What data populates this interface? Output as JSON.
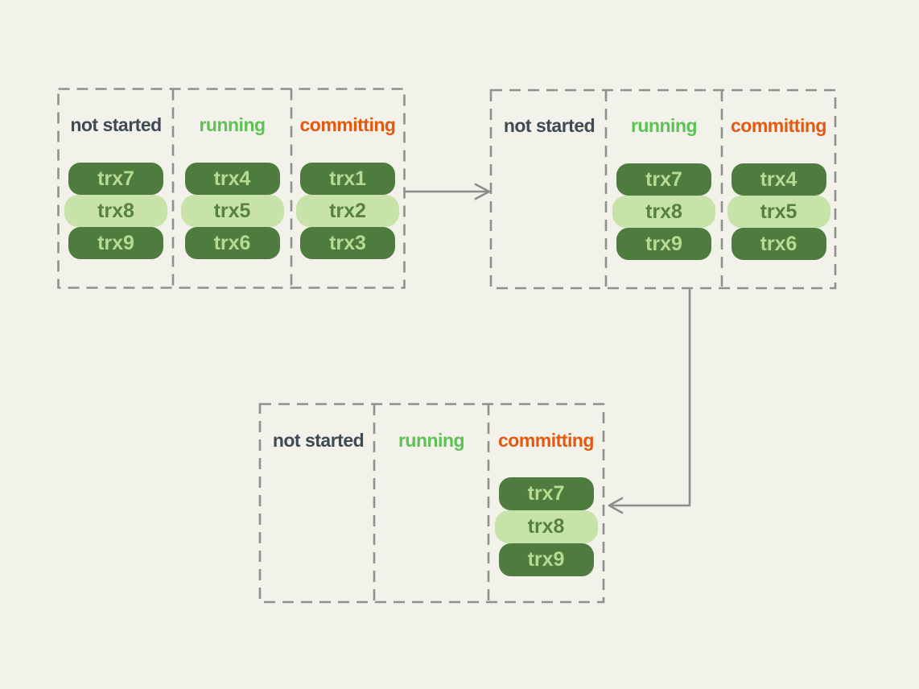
{
  "canvas": {
    "background": "#f2f1ea",
    "border_color": "#90908c",
    "arrow_color": "#8d8d89"
  },
  "palette": {
    "not_started_label": "#3f4b54",
    "running_label": "#5dc154",
    "committing_label": "#e2590f",
    "dark_pill_bg": "#4e7c3f",
    "dark_pill_text": "#b6da90",
    "light_pill_bg": "#c8e3a9",
    "light_pill_text": "#55823f"
  },
  "groups": [
    {
      "name": "stage-1",
      "columns": [
        {
          "label": "not started",
          "pills": [
            {
              "label": "trx7",
              "variant": "dark"
            },
            {
              "label": "trx8",
              "variant": "light"
            },
            {
              "label": "trx9",
              "variant": "dark"
            }
          ]
        },
        {
          "label": "running",
          "pills": [
            {
              "label": "trx4",
              "variant": "dark"
            },
            {
              "label": "trx5",
              "variant": "light"
            },
            {
              "label": "trx6",
              "variant": "dark"
            }
          ]
        },
        {
          "label": "committing",
          "pills": [
            {
              "label": "trx1",
              "variant": "dark"
            },
            {
              "label": "trx2",
              "variant": "light"
            },
            {
              "label": "trx3",
              "variant": "dark"
            }
          ]
        }
      ]
    },
    {
      "name": "stage-2",
      "columns": [
        {
          "label": "not started",
          "pills": []
        },
        {
          "label": "running",
          "pills": [
            {
              "label": "trx7",
              "variant": "dark"
            },
            {
              "label": "trx8",
              "variant": "light"
            },
            {
              "label": "trx9",
              "variant": "dark"
            }
          ]
        },
        {
          "label": "committing",
          "pills": [
            {
              "label": "trx4",
              "variant": "dark"
            },
            {
              "label": "trx5",
              "variant": "light"
            },
            {
              "label": "trx6",
              "variant": "dark"
            }
          ]
        }
      ]
    },
    {
      "name": "stage-3",
      "columns": [
        {
          "label": "not started",
          "pills": []
        },
        {
          "label": "running",
          "pills": []
        },
        {
          "label": "committing",
          "pills": [
            {
              "label": "trx7",
              "variant": "dark"
            },
            {
              "label": "trx8",
              "variant": "light"
            },
            {
              "label": "trx9",
              "variant": "dark"
            }
          ]
        }
      ]
    }
  ],
  "arrows": [
    {
      "name": "stage1-to-stage2",
      "direction": "right"
    },
    {
      "name": "stage2-to-stage3",
      "direction": "down-then-left"
    }
  ]
}
